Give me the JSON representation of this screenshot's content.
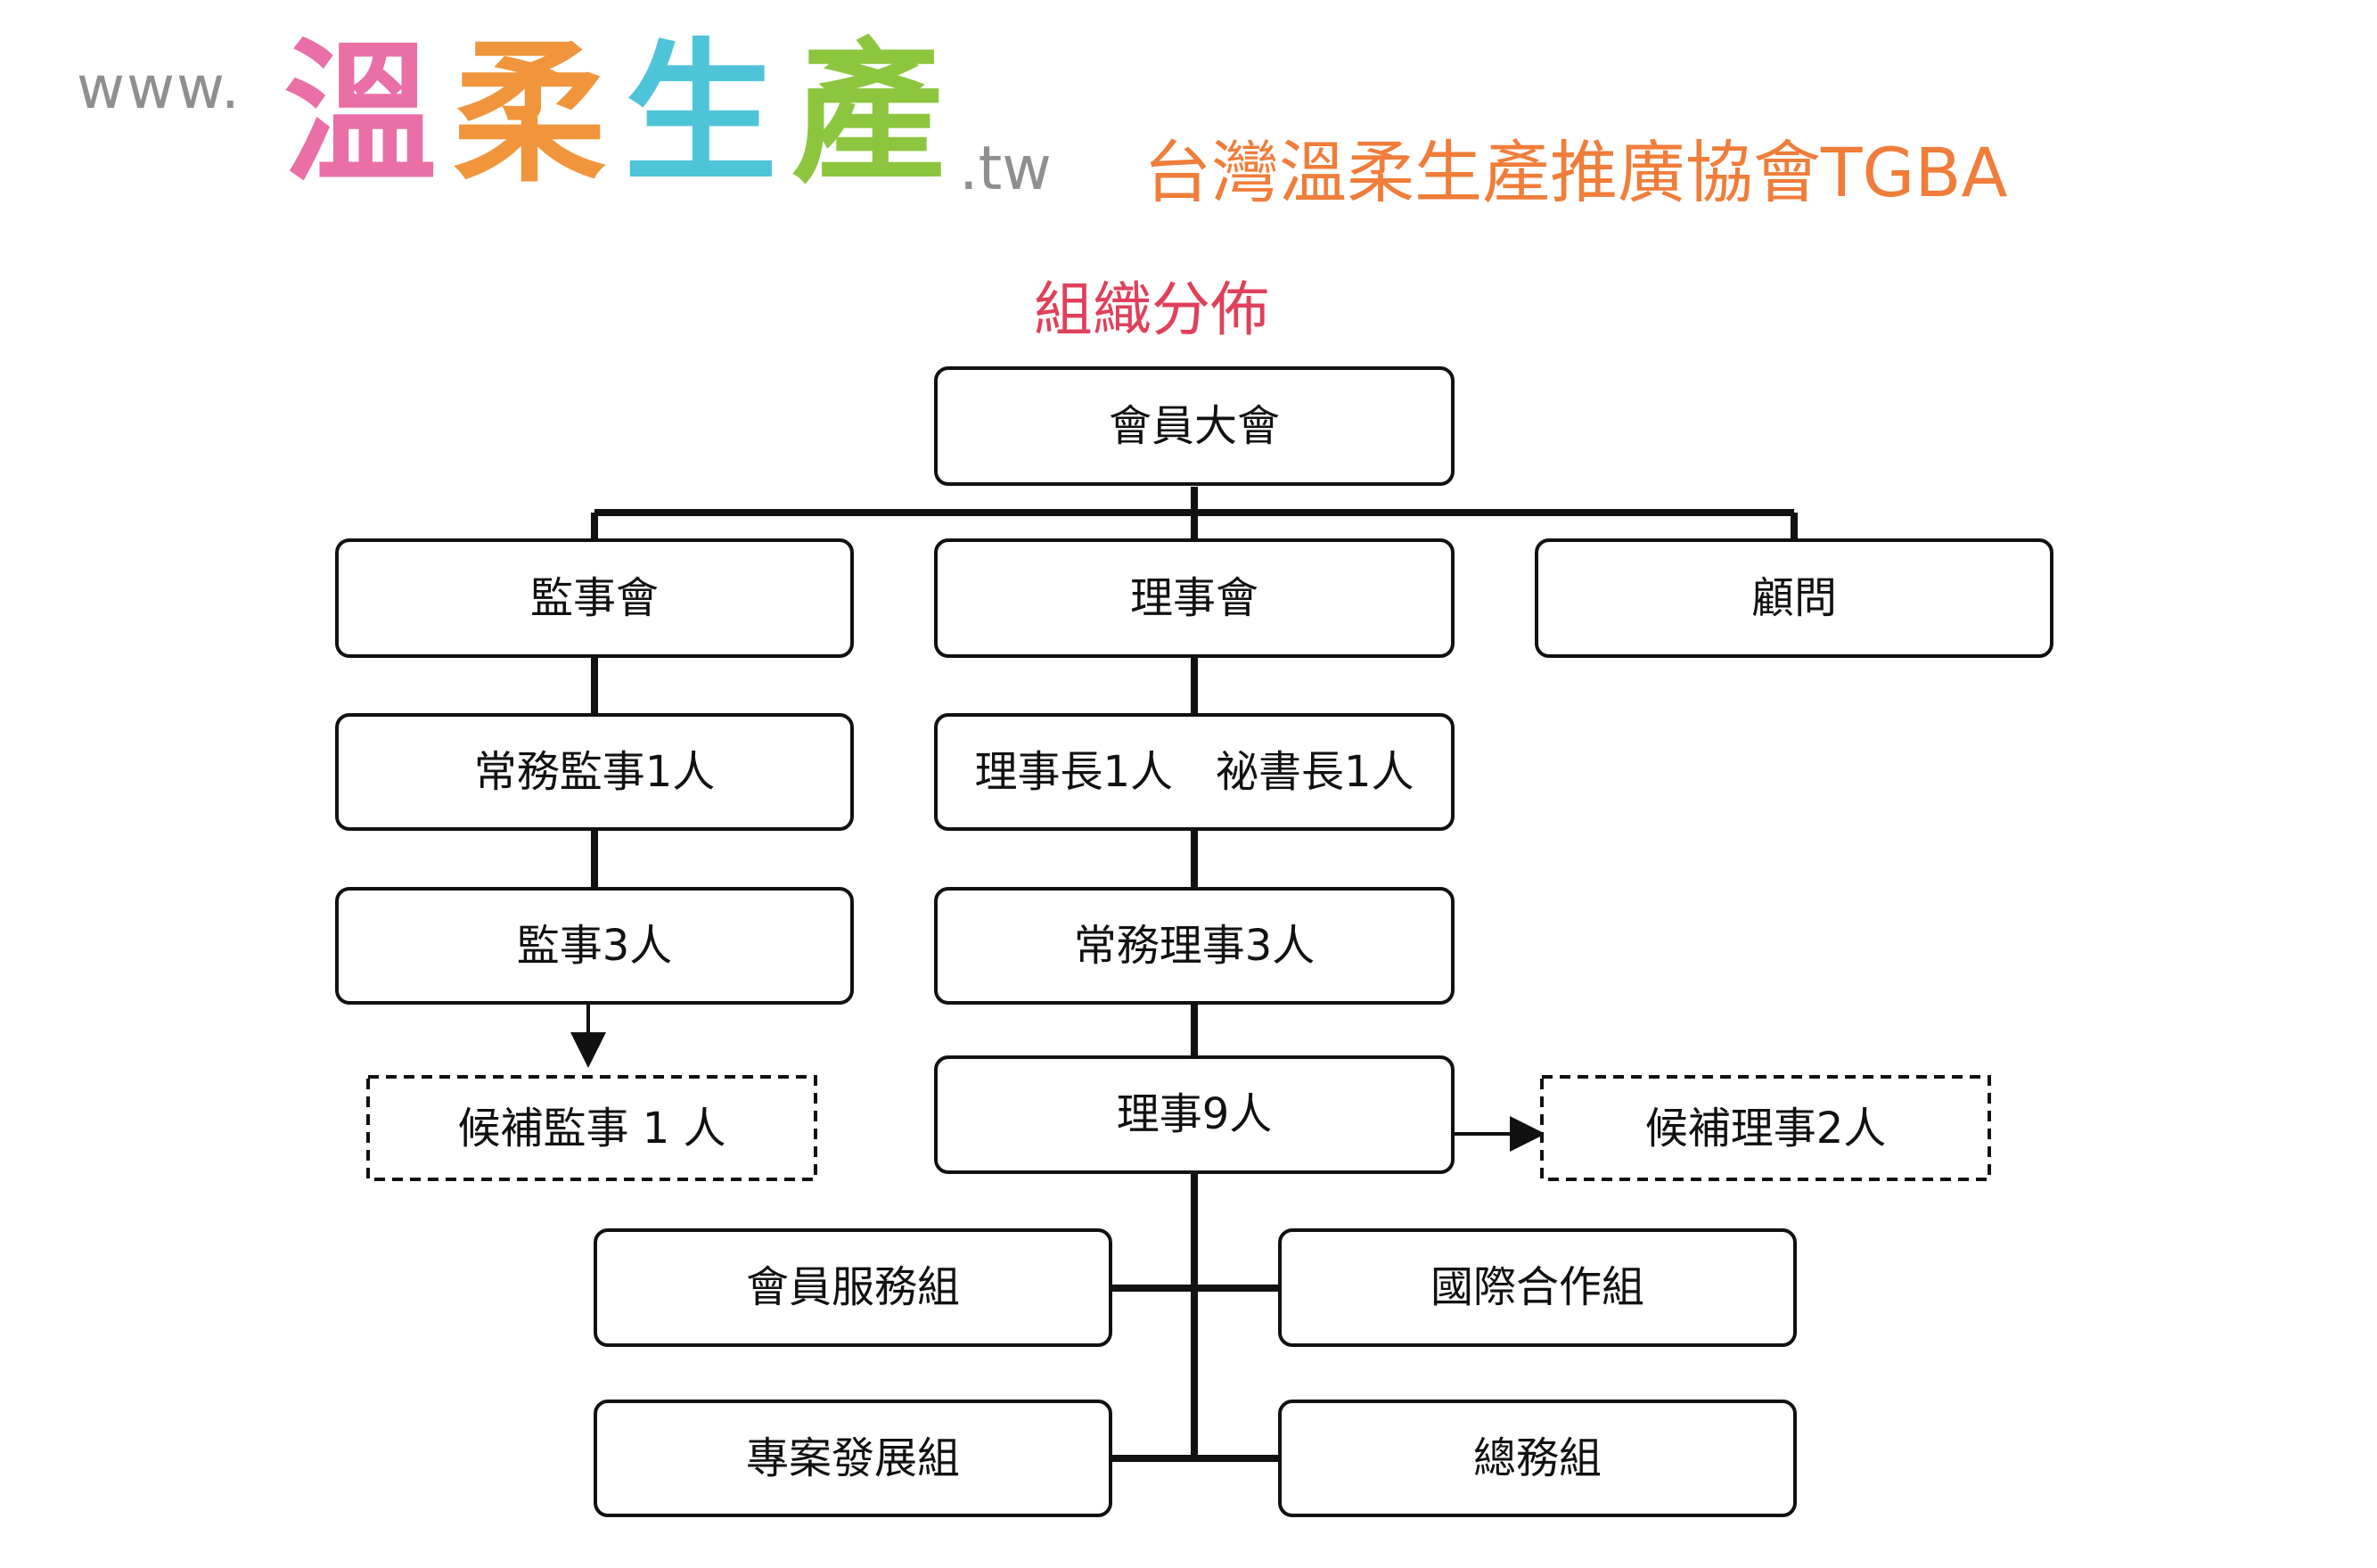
{
  "header": {
    "logo_prefix": "www.",
    "logo_chars": [
      {
        "char": "溫",
        "color": "#ea6fa6"
      },
      {
        "char": "柔",
        "color": "#f0953c"
      },
      {
        "char": "生",
        "color": "#4ec4d9"
      },
      {
        "char": "產",
        "color": "#8cc63f"
      }
    ],
    "logo_suffix": ".tw",
    "association_name": "台灣溫柔生產推廣協會TGBA"
  },
  "diagram": {
    "title": "組織分佈",
    "nodes": {
      "general_assembly": "會員大會",
      "supervisors_board": "監事會",
      "directors_board": "理事會",
      "advisors": "顧問",
      "standing_supervisor": "常務監事1人",
      "chair_secretary": "理事長1人　祕書長1人",
      "supervisors": "監事3人",
      "standing_directors": "常務理事3人",
      "alternate_supervisor": "候補監事 1 人",
      "directors": "理事9人",
      "alternate_directors": "候補理事2人",
      "member_services": "會員服務組",
      "international": "國際合作組",
      "project_development": "專案發展組",
      "general_affairs": "總務組"
    }
  }
}
